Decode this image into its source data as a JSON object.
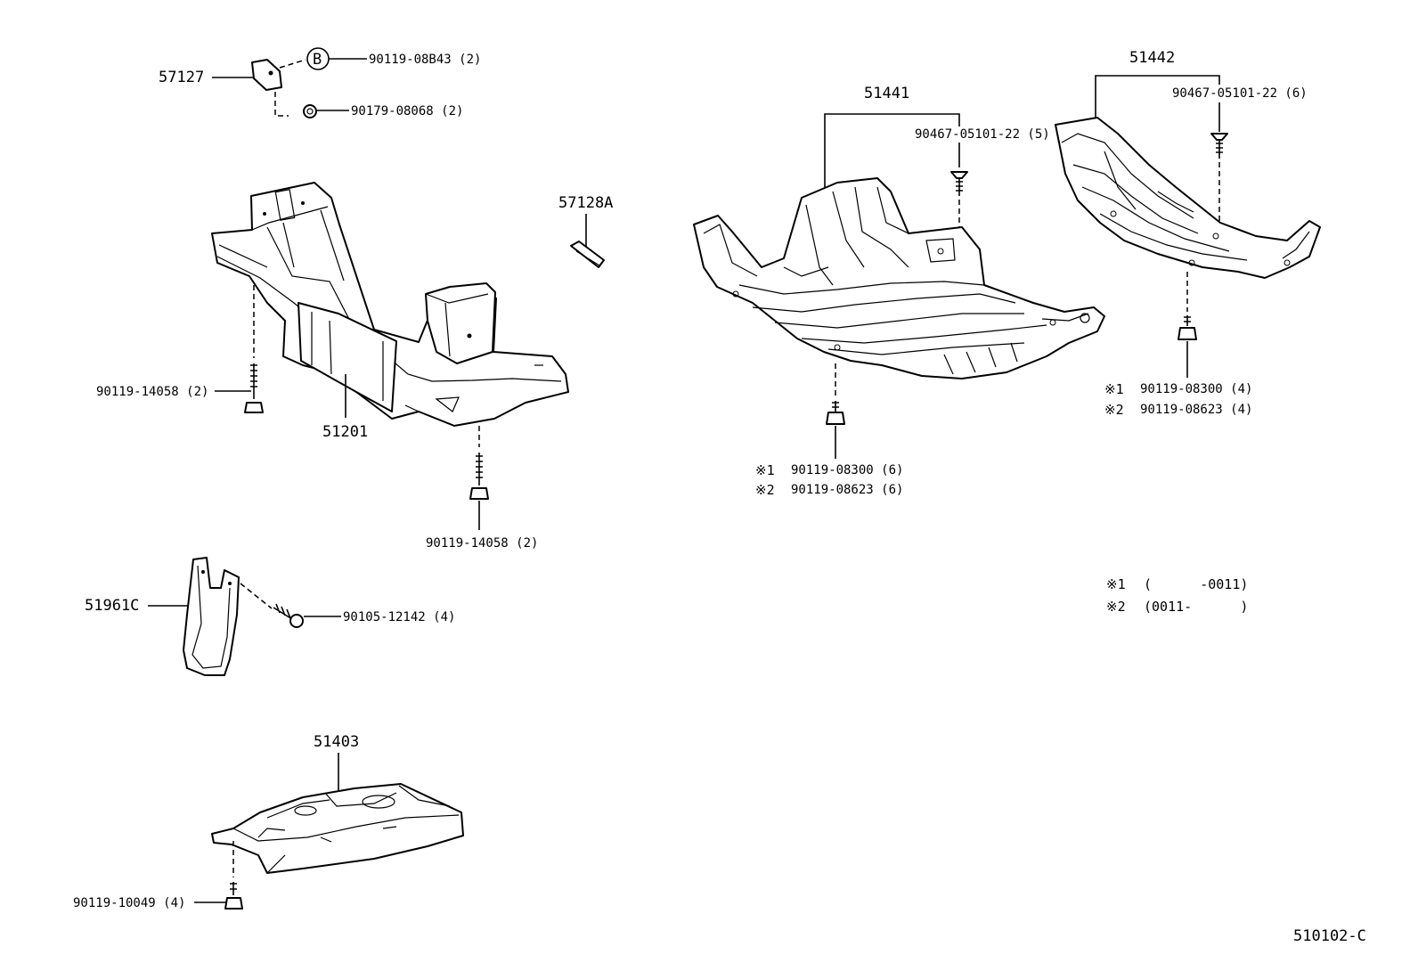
{
  "parts": {
    "p57127": "57127",
    "p57128A": "57128A",
    "p51201": "51201",
    "p51961C": "51961C",
    "p51403": "51403",
    "p51441": "51441",
    "p51442": "51442"
  },
  "fasteners": {
    "f_b43": "90119-08B43 (2)",
    "f_068": "90179-08068 (2)",
    "f_14058_left": "90119-14058 (2)",
    "f_14058_bottom": "90119-14058 (2)",
    "f_12142": "90105-12142 (4)",
    "f_10049": "90119-10049 (4)",
    "f_clip_441": "90467-05101-22 (5)",
    "f_clip_442": "90467-05101-22 (6)",
    "f_441_a": "90119-08300 (6)",
    "f_441_b": "90119-08623 (6)",
    "f_442_a": "90119-08300 (4)",
    "f_442_b": "90119-08623 (4)"
  },
  "marks": {
    "circle_b": "B",
    "m1": "※1",
    "m2": "※2"
  },
  "notes": {
    "n1_mark": "※1",
    "n1_text": "(      -0011)",
    "n2_mark": "※2",
    "n2_text": "(0011-      )"
  },
  "reference": "510102-C"
}
